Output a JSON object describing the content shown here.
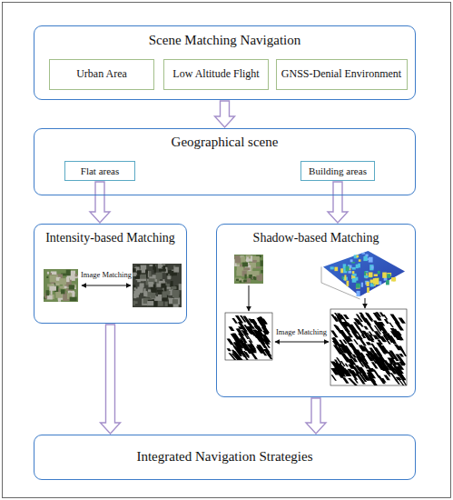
{
  "diagram": {
    "nodes": [
      {
        "text": [
          "Scene Matching Navigation"
        ]
      },
      {
        "text": [
          "Urban Area"
        ],
        "in": 0
      },
      {
        "text": [
          "Low Altitude Flight"
        ],
        "in": 0
      },
      {
        "text": [
          "GNSS-Denial Environment"
        ],
        "in": 0
      },
      {
        "text": [
          "Geographical scene"
        ]
      },
      {
        "text": [
          "Flat areas"
        ],
        "in": 4
      },
      {
        "text": [
          "Building areas"
        ],
        "in": 4
      },
      {
        "text": [
          "Intensity-based Matching"
        ]
      },
      {
        "text": [
          "Shadow-based Matching"
        ]
      },
      {
        "text": [
          "Integrated Navigation Strategies"
        ]
      }
    ],
    "edges": [
      {
        "from": 0,
        "to": 4,
        "arrow": "to"
      },
      {
        "from": 5,
        "to": 7,
        "arrow": "to"
      },
      {
        "from": 6,
        "to": 8,
        "arrow": "to"
      },
      {
        "from": 7,
        "to": 9,
        "arrow": "to"
      },
      {
        "from": 8,
        "to": 9,
        "arrow": "to"
      }
    ],
    "labels": [
      "Image Matching",
      "Image Matching"
    ]
  }
}
